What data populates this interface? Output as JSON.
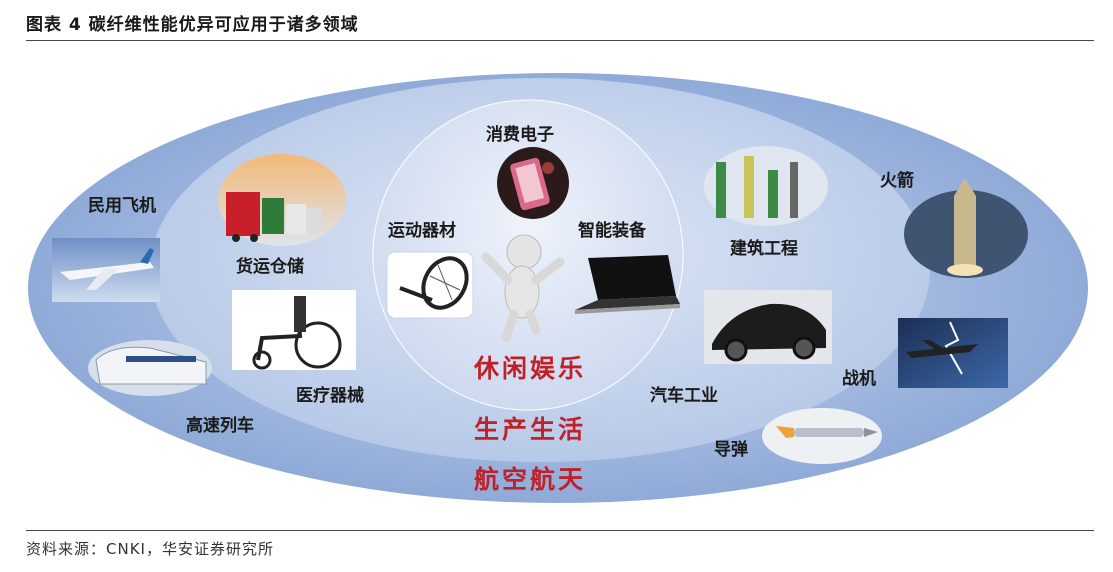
{
  "title": "图表 4 碳纤维性能优异可应用于诸多领域",
  "source": "资料来源：CNKI，华安证券研究所",
  "layers": {
    "inner": "休闲娱乐",
    "middle": "生产生活",
    "outer": "航空航天"
  },
  "inner_items": {
    "consumer_electronics": "消费电子",
    "sports_equipment": "运动器材",
    "smart_devices": "智能装备"
  },
  "middle_items": {
    "freight_storage": "货运仓储",
    "medical_devices": "医疗器械",
    "construction": "建筑工程",
    "automotive": "汽车工业"
  },
  "outer_items": {
    "civil_aircraft": "民用飞机",
    "high_speed_train": "高速列车",
    "rocket": "火箭",
    "fighter_jet": "战机",
    "missile": "导弹"
  },
  "colors": {
    "outer_ring": "#8ea9d8",
    "middle_ring": "#b9cbe8",
    "inner_circle": "#dbe4f3",
    "highlight_text": "#c0202a"
  }
}
